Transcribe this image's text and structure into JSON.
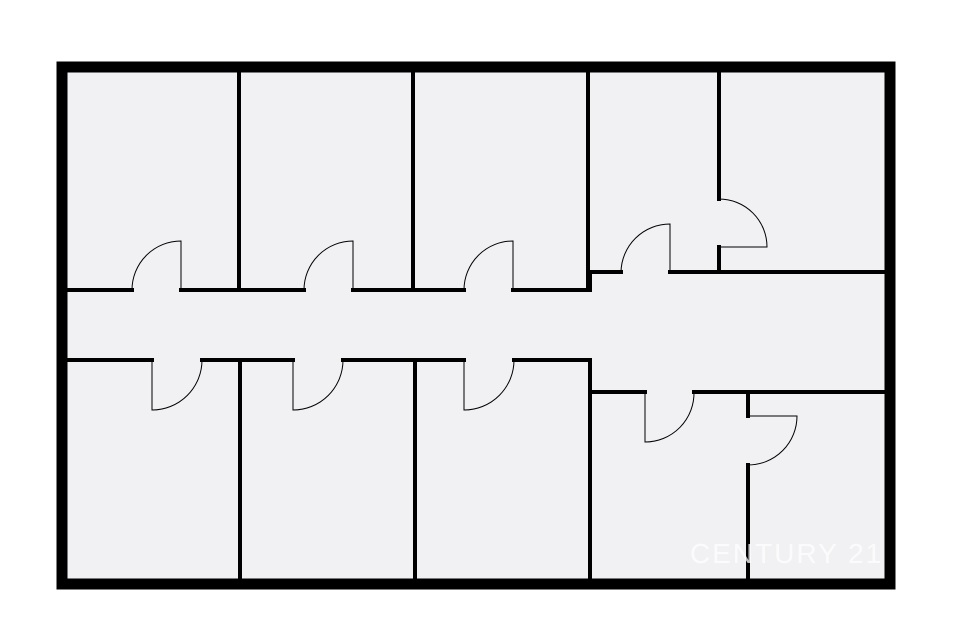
{
  "colors": {
    "floor": "#f1f1f3",
    "wall": "#000000",
    "background": "#ffffff"
  },
  "watermark": {
    "text": "CENTURY 21"
  },
  "rooms": [
    "office-top-1",
    "office-top-2",
    "office-top-3",
    "office-top-4",
    "office-top-5",
    "corridor",
    "office-bottom-1",
    "office-bottom-2",
    "office-bottom-3",
    "office-bottom-4",
    "office-bottom-5"
  ],
  "door_count": 10
}
